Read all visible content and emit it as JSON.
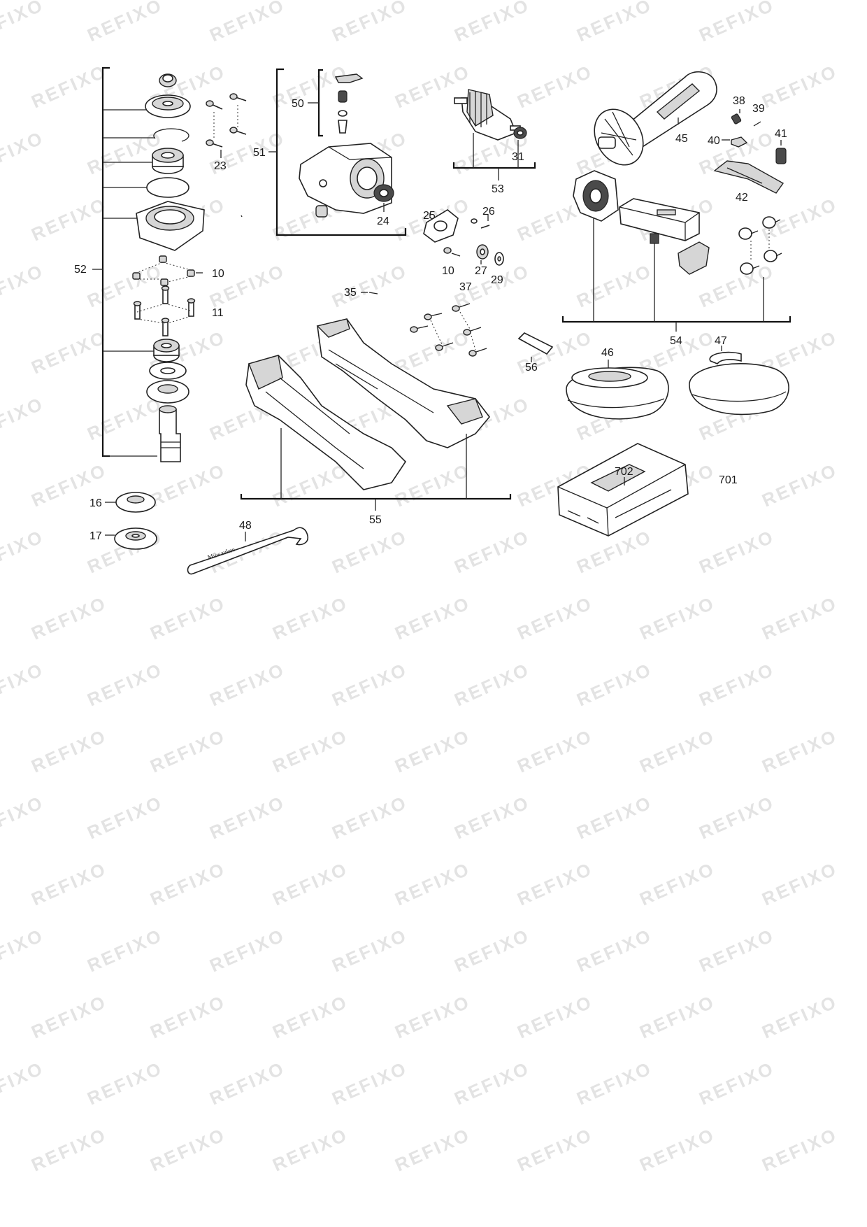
{
  "watermark": "REFIXO",
  "labels": {
    "p52": "52",
    "p10a": "10",
    "p11": "11",
    "p16": "16",
    "p17": "17",
    "p23": "23",
    "p50": "50",
    "p51": "51",
    "p24": "24",
    "p48": "48",
    "p53": "53",
    "p31": "31",
    "p25": "25",
    "p26": "26",
    "p10b": "10",
    "p27": "27",
    "p29": "29",
    "p37": "37",
    "p35": "35",
    "p55": "55",
    "p56": "56",
    "p45": "45",
    "p38": "38",
    "p39": "39",
    "p40": "40",
    "p41": "41",
    "p42": "42",
    "p54": "54",
    "p46": "46",
    "p47": "47",
    "p702": "702",
    "p701": "701"
  }
}
